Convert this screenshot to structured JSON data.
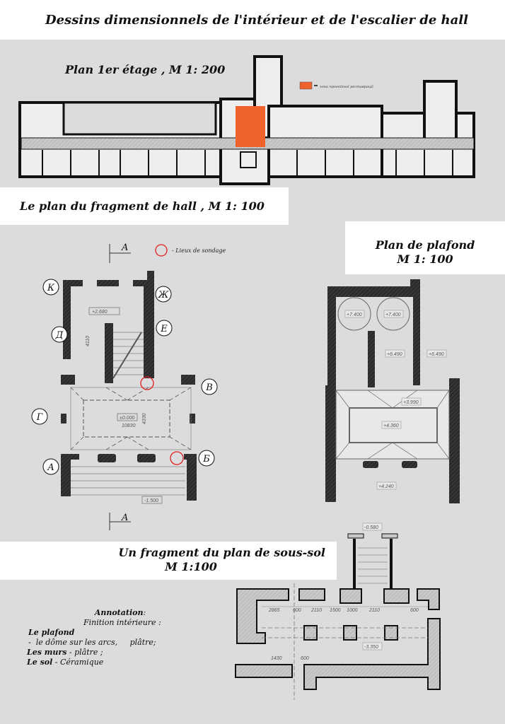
{
  "sheet_title": "Dessins dimensionnels de l'intérieur et de l'escalier de  hall",
  "plan_floor1": {
    "title": "Plan 1er étage , M 1: 200",
    "legend_label": "зона проектної реставрації",
    "legend_color": "#f0622d"
  },
  "hall_plan": {
    "title": "Le plan du fragment de hall , M 1: 100",
    "section_mark": "A",
    "legend_label": "- Lieux de sondage",
    "legend_color": "#e02020",
    "axes": [
      "К",
      "Ж",
      "Д",
      "Е",
      "Г",
      "В",
      "А",
      "Б"
    ],
    "elevations": [
      "+2.680",
      "±0.000",
      "-1.500"
    ],
    "dimensions": [
      "4110",
      "10830",
      "4330"
    ]
  },
  "ceiling_plan": {
    "title_line1": "Plan de plafond",
    "title_line2": "M 1: 100",
    "elevations": [
      "+7.400",
      "+7.400",
      "+6.490",
      "+6.490",
      "+3.990",
      "+4.360",
      "+4.240"
    ]
  },
  "basement_plan": {
    "title_line1": "Un fragment du plan de sous-sol",
    "title_line2": "M 1:100",
    "elevations": [
      "-0.580",
      "-3.350"
    ],
    "dimensions": [
      "2865",
      "600",
      "2110",
      "1500",
      "1000",
      "2110",
      "600",
      "1430",
      "600"
    ]
  },
  "annotation": {
    "heading": "Annotation",
    "subheading": "Finition intérieure :",
    "rows": [
      {
        "label": "Le plafond",
        "value": "-  le dôme sur les arcs,     plâtre;"
      },
      {
        "label": "Les murs",
        "value": "- plâtre ;"
      },
      {
        "label": "Le sol",
        "value": "- Céramique"
      }
    ]
  }
}
